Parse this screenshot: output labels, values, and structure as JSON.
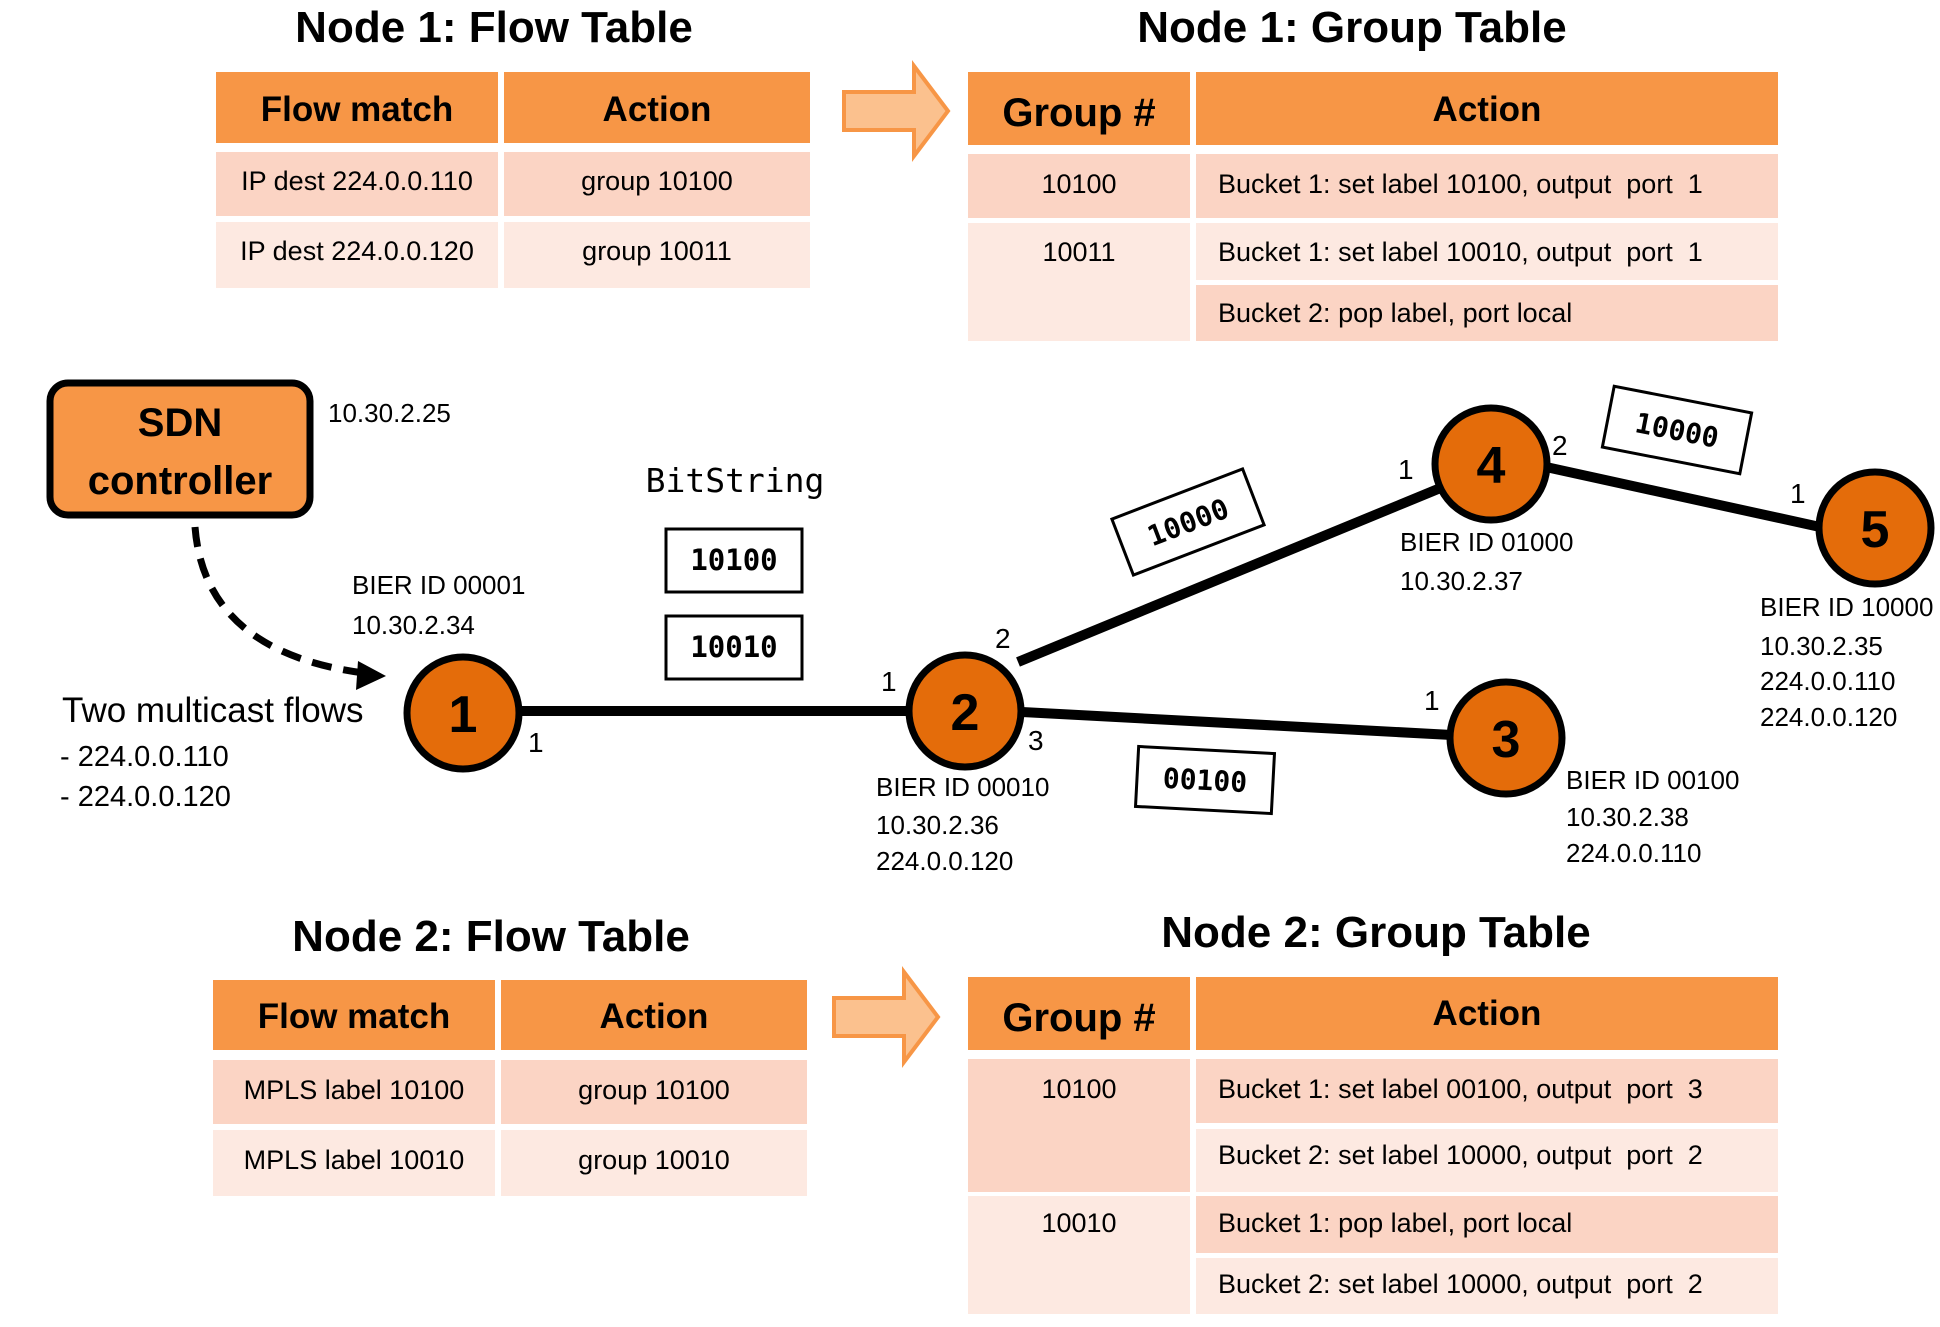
{
  "colors": {
    "accent_orange": "#F79646",
    "row_light_1": "#FBD4C4",
    "row_light_2": "#FDE9E1",
    "node_fill": "#E46C0A",
    "arrow_fill": "#FBC18E",
    "arrow_stroke": "#F79646"
  },
  "node1_flow": {
    "title": "Node 1: Flow Table",
    "headers": [
      "Flow match",
      "Action"
    ],
    "rows": [
      [
        "IP dest 224.0.0.110",
        "group 10100"
      ],
      [
        "IP dest 224.0.0.120",
        "group 10011"
      ]
    ]
  },
  "node1_group": {
    "title": "Node 1: Group Table",
    "headers": [
      "Group #",
      "Action"
    ],
    "groups": [
      {
        "id": "10100",
        "buckets": [
          "Bucket 1: set label 10100, output  port  1"
        ]
      },
      {
        "id": "10011",
        "buckets": [
          "Bucket 1: set label 10010, output  port  1",
          "Bucket 2: pop label, port local"
        ]
      }
    ]
  },
  "node2_flow": {
    "title": "Node 2: Flow Table",
    "headers": [
      "Flow match",
      "Action"
    ],
    "rows": [
      [
        "MPLS label 10100",
        "group 10100"
      ],
      [
        "MPLS label 10010",
        "group 10010"
      ]
    ]
  },
  "node2_group": {
    "title": "Node 2: Group Table",
    "headers": [
      "Group #",
      "Action"
    ],
    "groups": [
      {
        "id": "10100",
        "buckets": [
          "Bucket 1: set label 00100, output  port  3",
          "Bucket 2: set label 10000, output  port  2"
        ]
      },
      {
        "id": "10010",
        "buckets": [
          "Bucket 1: pop label, port local",
          "Bucket 2: set label 10000, output  port  2"
        ]
      }
    ]
  },
  "controller": {
    "line1": "SDN",
    "line2": "controller",
    "ip": "10.30.2.25"
  },
  "flows_note": {
    "title": "Two multicast flows",
    "items": [
      "- 224.0.0.110",
      "- 224.0.0.120"
    ]
  },
  "bitstring": {
    "label": "BitString",
    "values": [
      "10100",
      "10010"
    ]
  },
  "nodes": [
    {
      "id": "1",
      "info": [
        "BIER ID 00001",
        "10.30.2.34"
      ]
    },
    {
      "id": "2",
      "info": [
        "BIER ID 00010",
        "10.30.2.36",
        "224.0.0.120"
      ]
    },
    {
      "id": "3",
      "info": [
        "BIER ID 00100",
        "10.30.2.38",
        "224.0.0.110"
      ]
    },
    {
      "id": "4",
      "info": [
        "BIER ID 01000",
        "10.30.2.37"
      ]
    },
    {
      "id": "5",
      "info": [
        "BIER ID 10000",
        "10.30.2.35",
        "224.0.0.110",
        "224.0.0.120"
      ]
    }
  ],
  "ports": {
    "n1_link": "1",
    "n2_to_n1": "1",
    "n2_to_n4": "2",
    "n2_to_n3": "3",
    "n3_to_n2": "1",
    "n4_to_n2": "1",
    "n4_to_n5": "2",
    "n5_to_n4": "1"
  },
  "link_labels": {
    "n2_n4": "10000",
    "n4_n5": "10000",
    "n2_n3": "00100"
  }
}
